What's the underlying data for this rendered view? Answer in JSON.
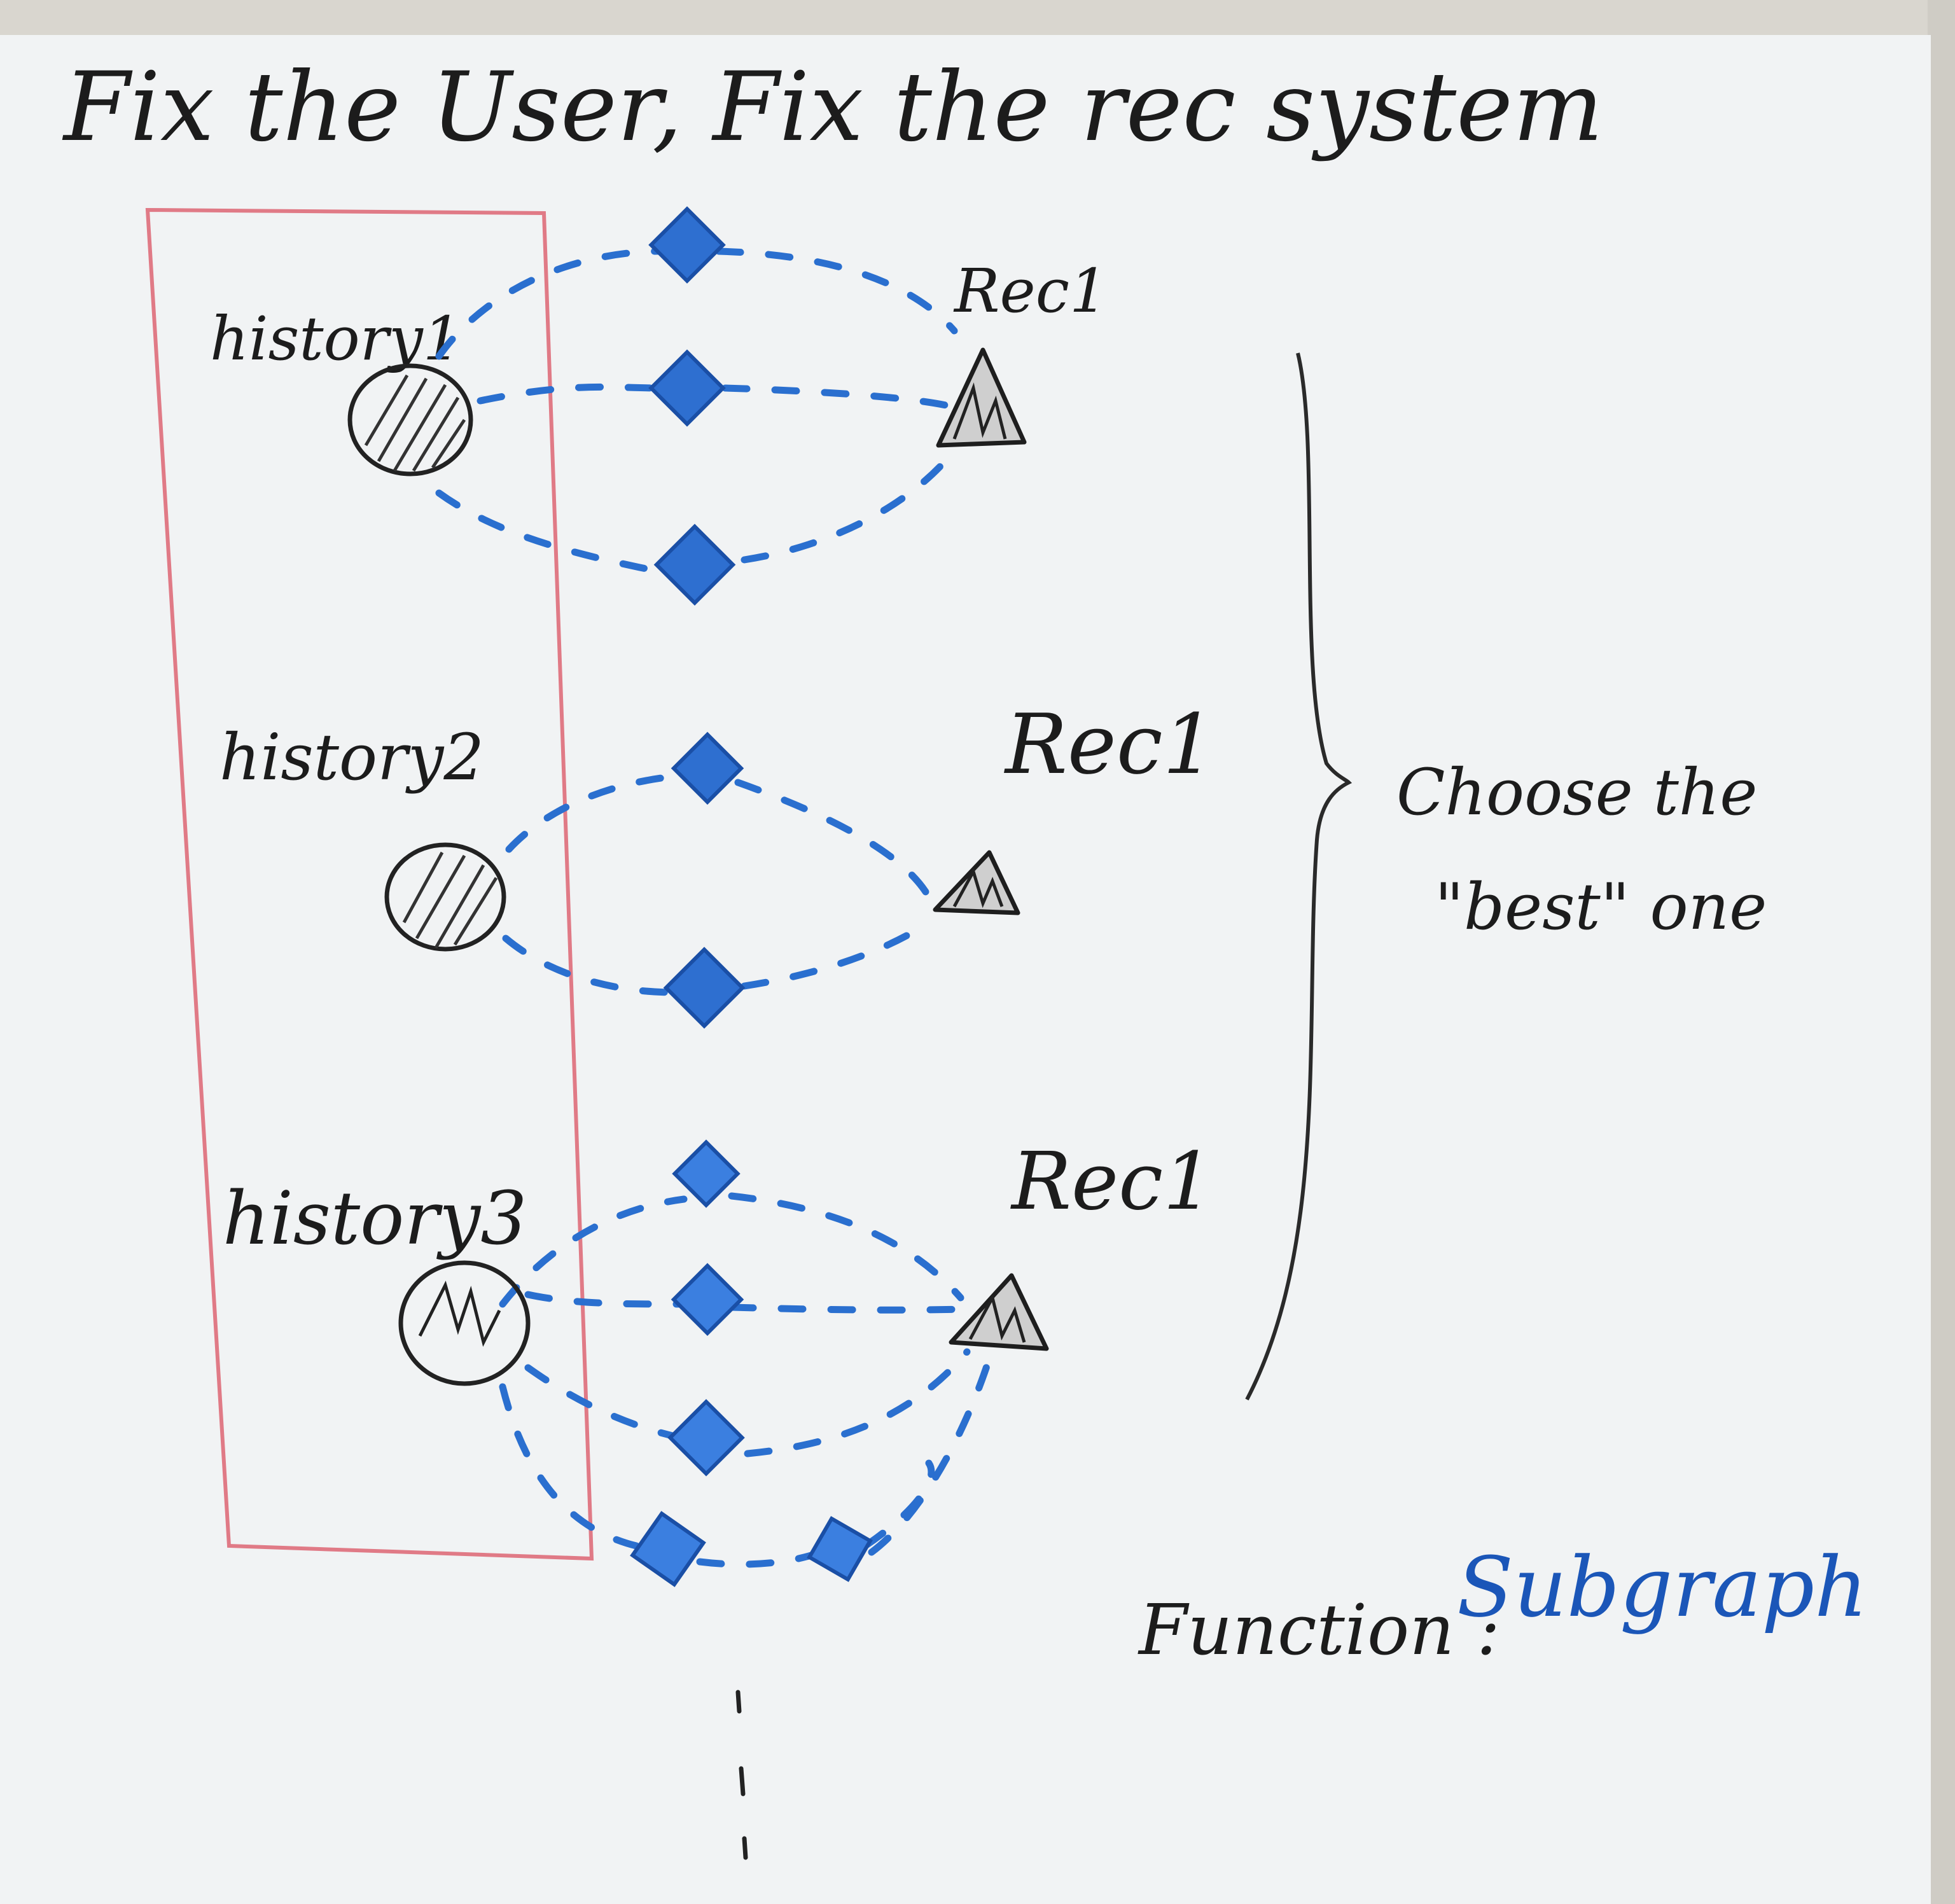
{
  "title": "Fix the User, Fix the rec system",
  "groups": [
    {
      "history_label": "history1",
      "rec_label": "Rec1"
    },
    {
      "history_label": "history2",
      "rec_label": "Rec1"
    },
    {
      "history_label": "history3",
      "rec_label": "Rec1"
    }
  ],
  "annotation": {
    "line1": "Choose the",
    "line2": "\"best\" one"
  },
  "function_label": "Function :",
  "function_value": "Subgraph",
  "colors": {
    "marker_blue": "#2a6fcf",
    "marker_black": "#1c1c1c",
    "marker_red": "#e07a86",
    "board": "#f1f3f4"
  }
}
